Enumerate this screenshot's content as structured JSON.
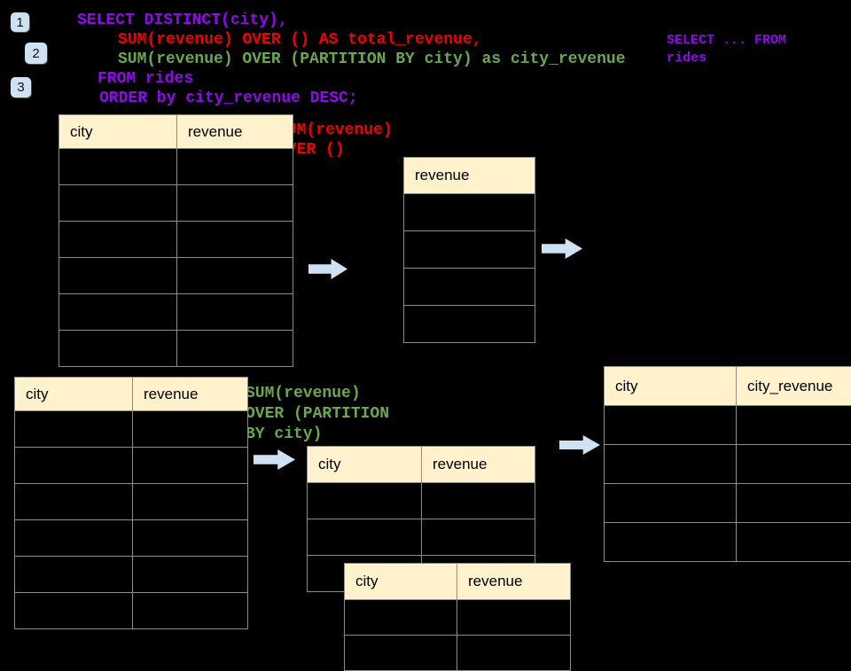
{
  "sql_code": {
    "line1": "SELECT DISTINCT(city),",
    "line2": "SUM(revenue) OVER () AS total_revenue,",
    "line3": "SUM(revenue) OVER (PARTITION BY city) as city_revenue",
    "line4": "FROM rides",
    "line5": "ORDER by city_revenue DESC;"
  },
  "side_note": {
    "line1": "SELECT ... FROM",
    "line2": "rides"
  },
  "badges": {
    "b1": "1",
    "b2": "2",
    "b3": "3"
  },
  "annotations": {
    "total_revenue": {
      "line1": "SUM(revenue)",
      "line2": "OVER ()"
    },
    "partition": {
      "line1": "SUM(revenue)",
      "line2": "OVER (PARTITION",
      "line3": "BY city)"
    }
  },
  "tables": {
    "source_top": {
      "col1": "city",
      "col2": "revenue",
      "rows": 6
    },
    "total_result": {
      "col1": "revenue",
      "rows": 4
    },
    "source_bottom": {
      "col1": "city",
      "col2": "revenue",
      "rows": 6
    },
    "partition_mid": {
      "col1": "city",
      "col2": "revenue",
      "rows": 3
    },
    "partition_front": {
      "col1": "city",
      "col2": "revenue",
      "rows": 2
    },
    "final_result": {
      "col1": "city",
      "col2": "city_revenue",
      "rows": 4
    }
  },
  "colors": {
    "background": "#000000",
    "purple": "#9208EE",
    "red": "#F20000",
    "green": "#6AA84F",
    "header_fill": "#FFF2CC",
    "table_border": "#8C8C8C",
    "arrow_blue": "#CFE2F3",
    "badge_blue": "#CFE2F3"
  }
}
